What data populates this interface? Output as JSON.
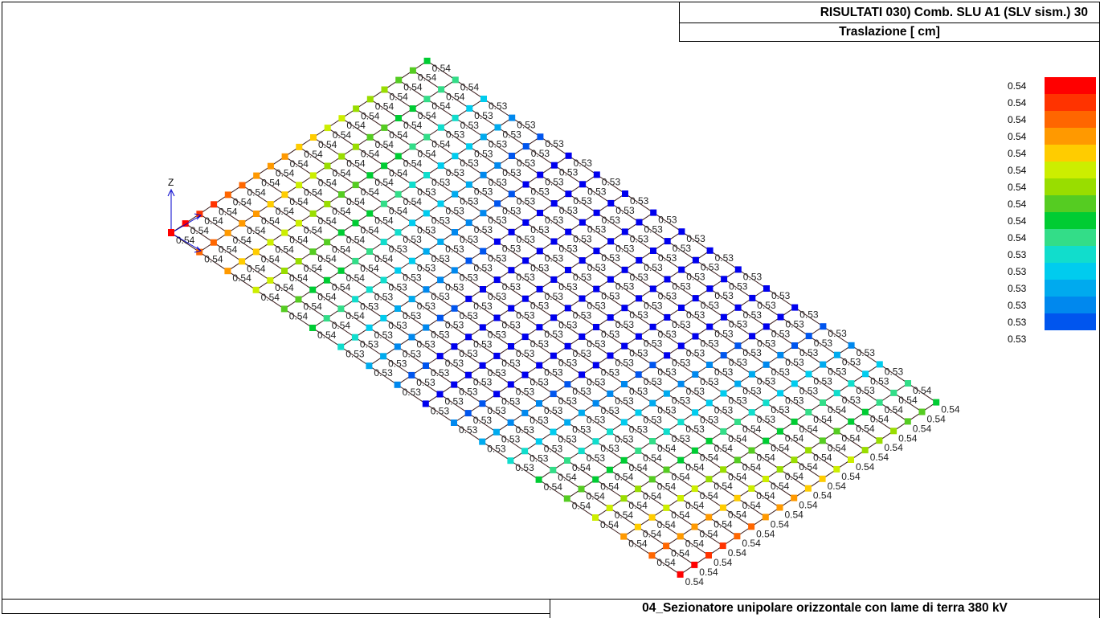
{
  "header": {
    "title": "RISULTATI   030) Comb. SLU A1 (SLV sism.) 30",
    "subtitle": "Traslazione [ cm]"
  },
  "footer": {
    "project": "04_Sezionatore unipolare orizzontale con lame di terra 380 kV"
  },
  "axes": {
    "z_label": "Z"
  },
  "legend": {
    "items": [
      {
        "label": "0.54",
        "color": "#ff0000"
      },
      {
        "label": "0.54",
        "color": "#ff3300"
      },
      {
        "label": "0.54",
        "color": "#ff6600"
      },
      {
        "label": "0.54",
        "color": "#ff9900"
      },
      {
        "label": "0.54",
        "color": "#ffcc00"
      },
      {
        "label": "0.54",
        "color": "#ccee00"
      },
      {
        "label": "0.54",
        "color": "#99dd00"
      },
      {
        "label": "0.54",
        "color": "#55cc22"
      },
      {
        "label": "0.54",
        "color": "#00cc33"
      },
      {
        "label": "0.54",
        "color": "#33dd88"
      },
      {
        "label": "0.53",
        "color": "#11ddcc"
      },
      {
        "label": "0.53",
        "color": "#00ccee"
      },
      {
        "label": "0.53",
        "color": "#00aaee"
      },
      {
        "label": "0.53",
        "color": "#0088ee"
      },
      {
        "label": "0.53",
        "color": "#0055ee"
      },
      {
        "label": "0.53",
        "color": "#0000ee"
      }
    ]
  },
  "mesh": {
    "rows": 19,
    "cols": 19,
    "node_value_high": "0.54",
    "node_value_low": "0.53"
  }
}
